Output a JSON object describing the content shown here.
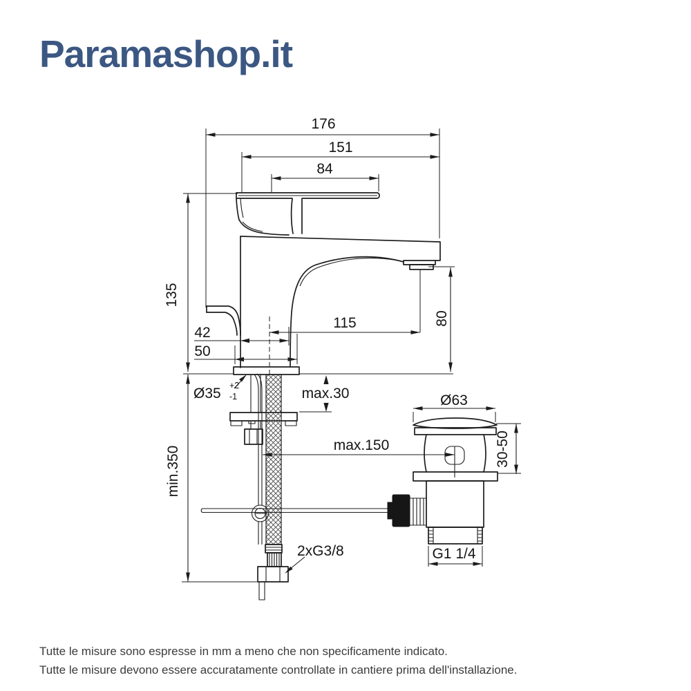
{
  "logo": {
    "text": "Paramashop.it",
    "color": "#3b5782"
  },
  "drawing": {
    "line_color": "#1c1c1c",
    "dimensions": {
      "total_depth": "176",
      "body_depth": "151",
      "handle_length": "84",
      "body_height": "135",
      "base_top_width": "42",
      "base_plate_width": "50",
      "spout_reach": "115",
      "spout_height": "80",
      "hole_diameter": "Ø35",
      "hole_tolerance_plus": "+2",
      "hole_tolerance_minus": "-1",
      "deck_thickness_max": "max.30",
      "hose_length_min": "min.350",
      "rod_reach_max": "max.150",
      "waste_flange_diameter": "Ø63",
      "waste_clamp_range": "30-50",
      "supply_thread": "2xG3/8",
      "waste_thread": "G1 1/4"
    }
  },
  "footer": {
    "line1": "Tutte le misure sono espresse in mm a meno che non specificamente indicato.",
    "line2": "Tutte le misure devono essere accuratamente controllate in cantiere prima dell'installazione."
  }
}
